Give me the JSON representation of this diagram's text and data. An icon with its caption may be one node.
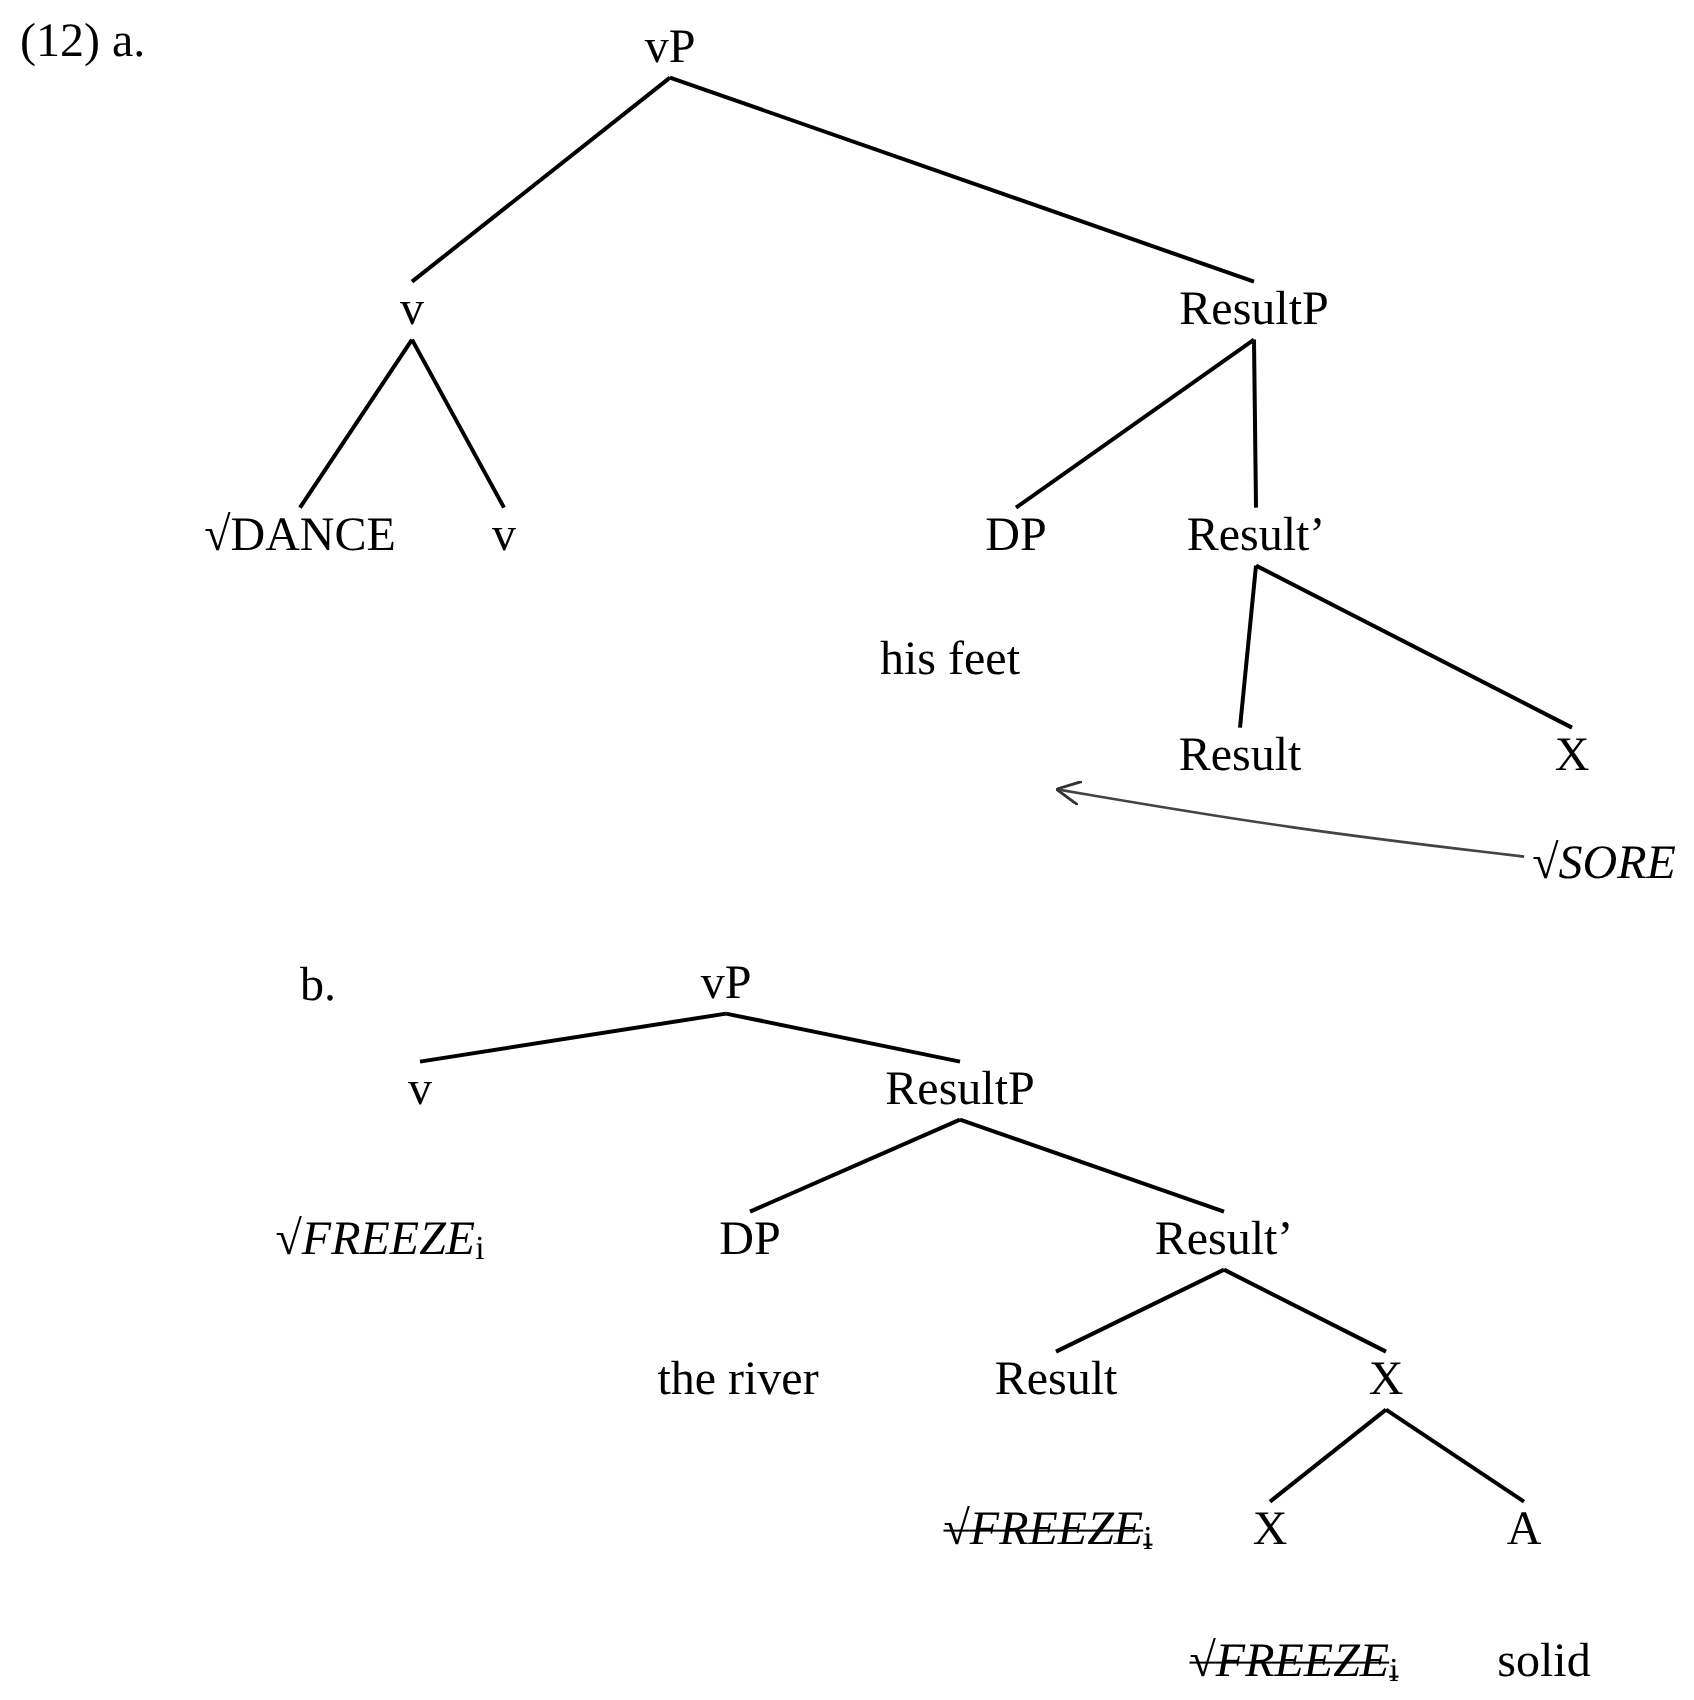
{
  "diagram": {
    "nodes": [
      {
        "text": [
          "vP"
        ]
      },
      {
        "text": [
          "v"
        ]
      },
      {
        "text": [
          "ResultP"
        ]
      },
      {
        "text": [
          "√DANCE"
        ]
      },
      {
        "text": [
          "v"
        ]
      },
      {
        "text": [
          "DP"
        ],
        "beside": [
          "his feet"
        ]
      },
      {
        "text": [
          "Result’"
        ]
      },
      {
        "text": [
          "Result"
        ]
      },
      {
        "text": [
          "X"
        ]
      },
      {
        "text": [
          "√*SORE*"
        ]
      },
      {
        "text": [
          "vP"
        ]
      },
      {
        "text": [
          "v"
        ],
        "beside": [
          "√*FREEZE*$_{i}$"
        ]
      },
      {
        "text": [
          "ResultP"
        ]
      },
      {
        "text": [
          "DP"
        ],
        "beside": [
          "the river"
        ]
      },
      {
        "text": [
          "Result’"
        ]
      },
      {
        "text": [
          "Result"
        ],
        "beside": [
          "√*FREEZE*$_{i}$"
        ]
      },
      {
        "text": [
          "X"
        ]
      },
      {
        "text": [
          "X"
        ],
        "beside": [
          "√*FREEZE*$_{i}$"
        ]
      },
      {
        "text": [
          "A"
        ],
        "beside": [
          "solid"
        ]
      }
    ],
    "edges": [
      {
        "from": 0,
        "to": 1,
        "arrow": "none"
      },
      {
        "from": 0,
        "to": 2,
        "arrow": "none"
      },
      {
        "from": 1,
        "to": 3,
        "arrow": "none"
      },
      {
        "from": 1,
        "to": 4,
        "arrow": "none"
      },
      {
        "from": 2,
        "to": 5,
        "arrow": "none"
      },
      {
        "from": 2,
        "to": 6,
        "arrow": "none"
      },
      {
        "from": 6,
        "to": 7,
        "arrow": "none"
      },
      {
        "from": 6,
        "to": 8,
        "arrow": "none"
      },
      {
        "from": 9,
        "to": 7,
        "arrow": "to"
      },
      {
        "from": 10,
        "to": 11,
        "arrow": "none"
      },
      {
        "from": 10,
        "to": 12,
        "arrow": "none"
      },
      {
        "from": 12,
        "to": 13,
        "arrow": "none"
      },
      {
        "from": 12,
        "to": 14,
        "arrow": "none"
      },
      {
        "from": 14,
        "to": 15,
        "arrow": "none"
      },
      {
        "from": 14,
        "to": 16,
        "arrow": "none"
      },
      {
        "from": 16,
        "to": 17,
        "arrow": "none"
      },
      {
        "from": 16,
        "to": 18,
        "arrow": "none"
      }
    ],
    "labels": [
      "(12) a.",
      "b."
    ]
  }
}
